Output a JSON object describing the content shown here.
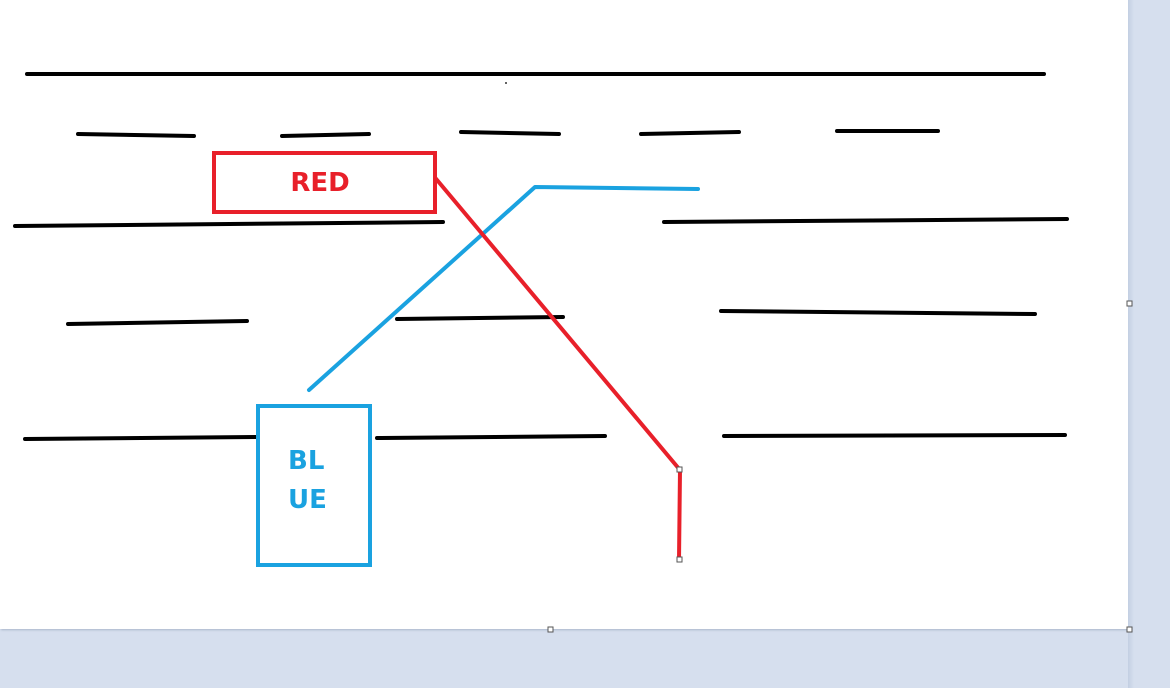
{
  "diagram": {
    "red_box": {
      "label": "RED",
      "color": "#e8202a"
    },
    "blue_box": {
      "label_line1": "BL",
      "label_line2": "UE",
      "color": "#1aa2e0"
    },
    "line_color": "#000000"
  }
}
